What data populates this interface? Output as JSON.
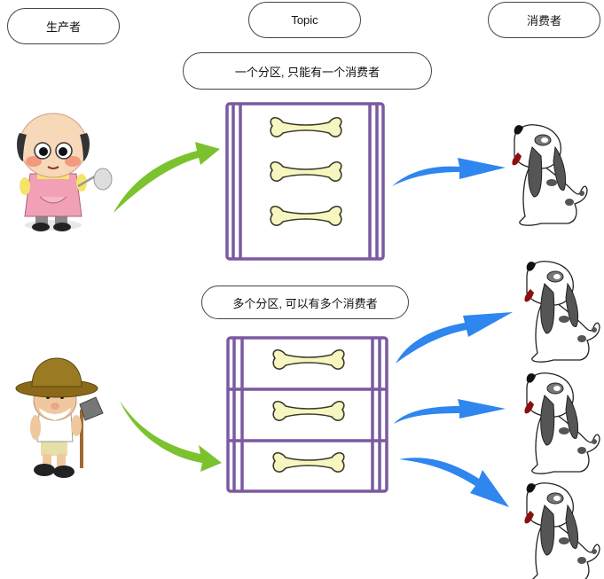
{
  "labels": {
    "producer": "生产者",
    "topic": "Topic",
    "consumer": "消费者",
    "single_partition_note": "一个分区, 只能有一个消费者",
    "multi_partition_note": "多个分区, 可以有多个消费者"
  },
  "colors": {
    "topic_frame": "#7a5aa0",
    "bone_fill": "#f8f6c0",
    "bone_stroke": "#3a3a2a",
    "producer_arrow": "#7cc22e",
    "consumer_arrow": "#2e86ee",
    "pill_border": "#444444"
  },
  "diagram": {
    "top_scenario": {
      "producer": "bald-chef-producer",
      "topic_partitions": 1,
      "messages": 3,
      "consumers": 1
    },
    "bottom_scenario": {
      "producer": "old-farmer-producer",
      "topic_partitions": 3,
      "messages_per_partition": 1,
      "consumers": 3
    }
  }
}
